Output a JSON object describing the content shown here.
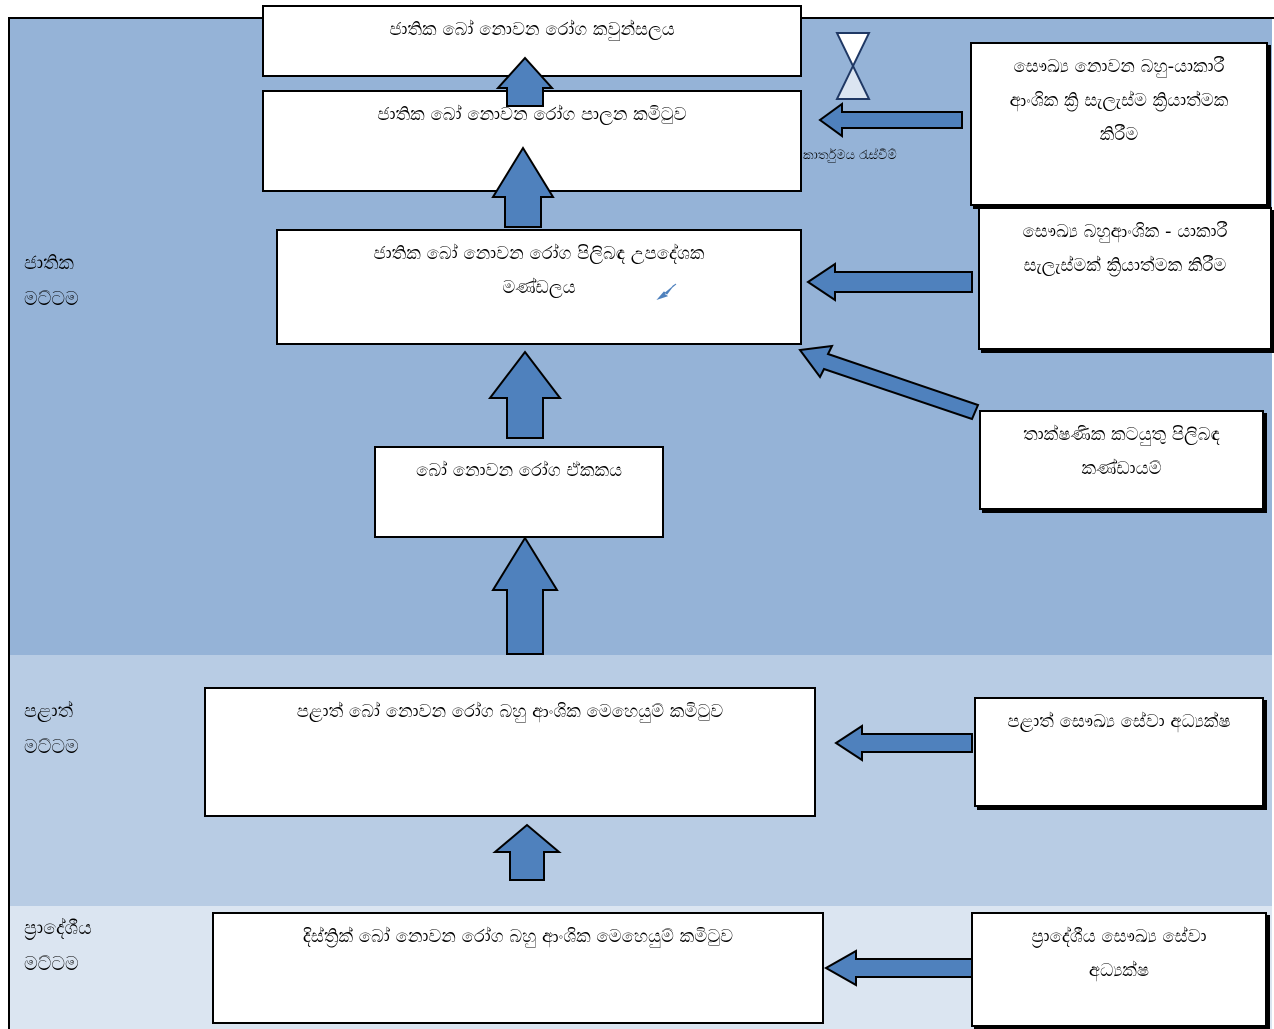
{
  "levels": {
    "national": "ජාතික\nමට්ටම",
    "provincial": "පළාත්\nමට්ටම",
    "regional": "ප්‍රාදේශීය\nමට්ටම"
  },
  "boxes": {
    "council": "ජාතික බෝ නොවන රෝග කවුන්සලය",
    "control_committee": "ජාතික බෝ නොවන රෝග පාලන කමිටුව",
    "advisory_board": "ජාතික බෝ නොවන රෝග පිලිබඳ උපදේශක මණ්ඩලය",
    "ncd_unit": "බෝ නොවන රෝග ඒකකය",
    "provincial_committee": "පළාත් බෝ නොවන රෝග බහු ආංශික මෙහෙයුම් කමිටුව",
    "district_committee": "දිස්ත්‍රික් බෝ නොවන රෝග බහු ආංශික මෙහෙයුම් කමිටුව"
  },
  "side_boxes": {
    "non_health_multisector": "සෞඛ්‍ය නොවන බහු-යාකාරී ආංශික ක්‍රි සැලැස්ම ක්‍රියාත්මක කිරීම",
    "health_multisector": "සෞඛ්‍ය බහුආංශික - යාකාරී සැලැස්මක් ක්‍රියාත්මක කිරීම",
    "technical_groups": "තාක්ෂණික කටයුතු පිලිබඳ කණ්ඩායම්",
    "provincial_director": "පළාත් සෞඛ්‍ය සේවා අධ්‍යක්ෂ",
    "regional_director": "ප්‍රාදේශීය සෞඛ්‍ය සේවා අධ්‍යක්ෂ"
  },
  "notes": {
    "periodic_meetings": "කාර්තුමය රැස්වීම්"
  },
  "colors": {
    "band_national": "#95b3d7",
    "band_provincial": "#b8cce4",
    "band_regional": "#dbe5f1",
    "arrow_fill": "#4f81bd",
    "arrow_stroke": "#000000"
  }
}
